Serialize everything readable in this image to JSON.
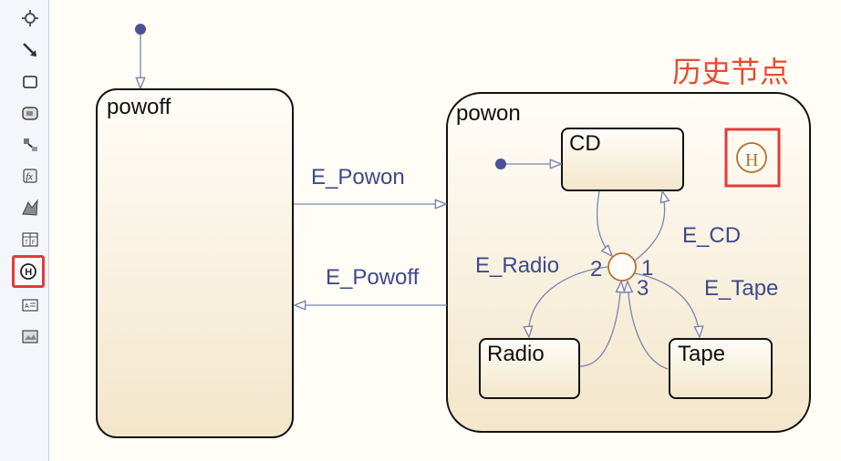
{
  "toolbar": {
    "tools": [
      {
        "icon": "zoom-fit-icon"
      },
      {
        "icon": "transition-arrow-icon"
      },
      {
        "icon": "state-icon"
      },
      {
        "icon": "box-icon"
      },
      {
        "icon": "default-transition-icon"
      },
      {
        "icon": "function-icon"
      },
      {
        "icon": "simulink-function-icon"
      },
      {
        "icon": "truth-table-icon"
      },
      {
        "icon": "history-junction-icon",
        "highlighted": true
      },
      {
        "icon": "annotation-icon"
      },
      {
        "icon": "image-icon"
      }
    ]
  },
  "diagram": {
    "states": {
      "powoff": "powoff",
      "powon": "powon",
      "cd": "CD",
      "radio": "Radio",
      "tape": "Tape"
    },
    "transitions": {
      "e_powon": "E_Powon",
      "e_powoff": "E_Powoff",
      "e_cd": "E_CD",
      "e_radio": "E_Radio",
      "e_tape": "E_Tape"
    },
    "junction_order": {
      "one": "1",
      "two": "2",
      "three": "3"
    },
    "history_symbol": "H",
    "annotation": "历史节点"
  },
  "colors": {
    "state_fill": "#f7eedb",
    "state_stroke": "#111111",
    "transition": "#7b84b3",
    "default_dot": "#4b4f9b",
    "history": "#b8702c",
    "highlight": "#e33b3b",
    "annotation": "#e84a2e"
  }
}
